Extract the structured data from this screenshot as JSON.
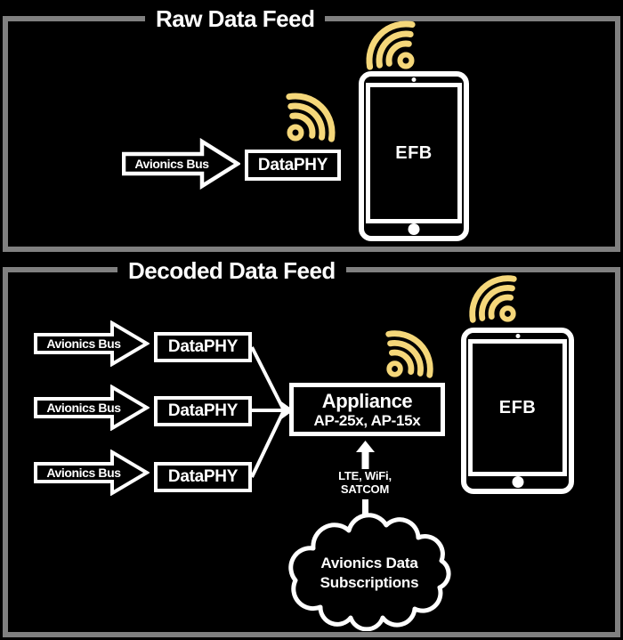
{
  "colors": {
    "background": "#000000",
    "frame": "#808080",
    "line": "#ffffff",
    "wifi": "#f5d77a"
  },
  "panel1": {
    "title": "Raw Data Feed",
    "bus_label": "Avionics Bus",
    "dataphy_label": "DataPHY",
    "efb_label": "EFB"
  },
  "panel2": {
    "title": "Decoded Data Feed",
    "rows": [
      {
        "bus_label": "Avionics Bus",
        "dataphy_label": "DataPHY"
      },
      {
        "bus_label": "Avionics Bus",
        "dataphy_label": "DataPHY"
      },
      {
        "bus_label": "Avionics Bus",
        "dataphy_label": "DataPHY"
      }
    ],
    "appliance": {
      "name": "Appliance",
      "models": "AP-25x, AP-15x"
    },
    "efb_label": "EFB",
    "uplink": {
      "line1": "LTE, WiFi,",
      "line2": "SATCOM"
    },
    "cloud": {
      "line1": "Avionics Data",
      "line2": "Subscriptions"
    }
  }
}
